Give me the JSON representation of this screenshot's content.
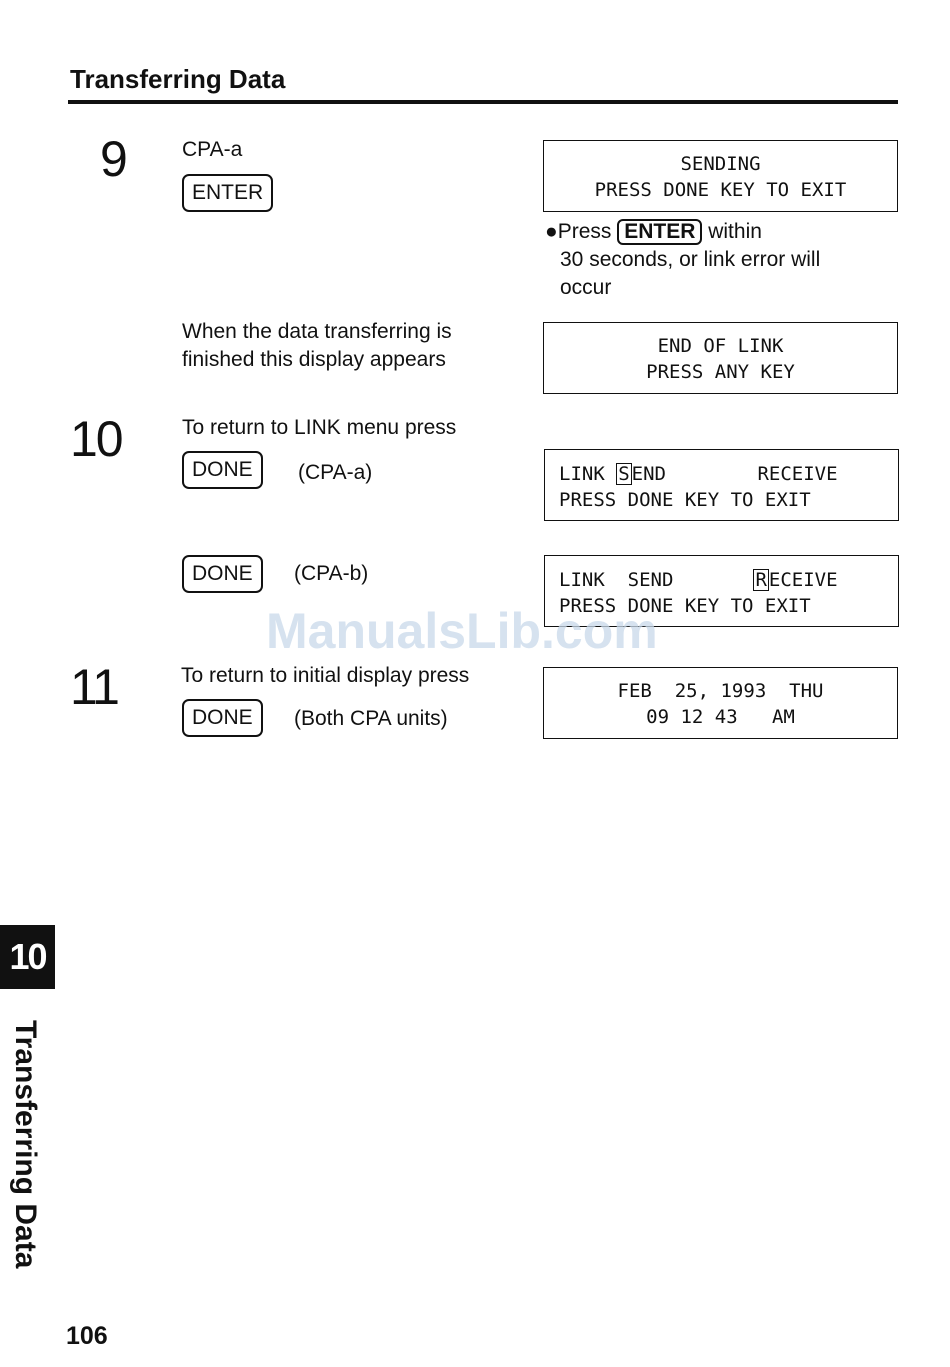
{
  "header": {
    "title": "Transferring Data"
  },
  "steps": {
    "s9": {
      "number": "9",
      "label": "CPA-a",
      "key": "ENTER",
      "display": [
        "SENDING",
        "PRESS DONE KEY TO EXIT"
      ],
      "note_bullet": "●",
      "note_pre": "Press ",
      "note_key": "ENTER",
      "note_post": " within",
      "note_line2": "30 seconds, or link error will",
      "note_line3": "occur",
      "finished_line1": "When the data transferring is",
      "finished_line2": "finished this display appears",
      "finished_display": [
        "END OF LINK",
        "PRESS ANY KEY"
      ]
    },
    "s10": {
      "number": "10",
      "text": "To return to LINK menu press",
      "key_a": "DONE",
      "unit_a": "(CPA-a)",
      "display_a": {
        "pre": "LINK ",
        "cursor": "S",
        "post": "END        RECEIVE",
        "line2": "PRESS DONE KEY TO EXIT"
      },
      "key_b": "DONE",
      "unit_b": "(CPA-b)",
      "display_b": {
        "pre": "LINK  SEND       ",
        "cursor": "R",
        "post": "ECEIVE",
        "line2": "PRESS DONE KEY TO EXIT"
      }
    },
    "s11": {
      "number": "11",
      "text": "To return to initial display press",
      "key": "DONE",
      "unit": "(Both CPA units)",
      "display": [
        "FEB  25, 1993  THU",
        "09 12 43   AM"
      ]
    }
  },
  "watermark": "ManualsLib.com",
  "side_tab": {
    "number": "10",
    "label": "Transferring Data"
  },
  "page_number": "106"
}
